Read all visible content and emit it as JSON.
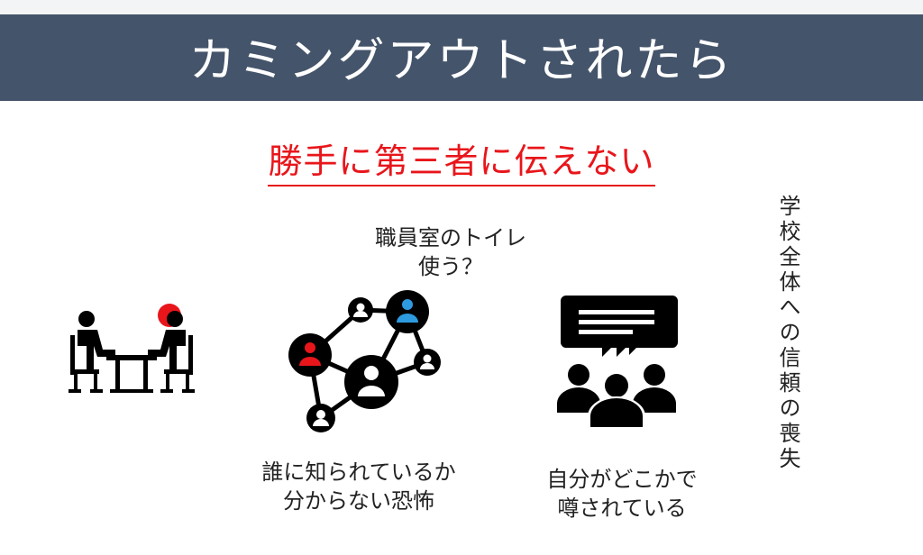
{
  "slide": {
    "title": "カミングアウトされたら",
    "subtitle": "勝手に第三者に伝えない",
    "question_line1": "職員室のトイレ",
    "question_line2": "使う？",
    "fear_line1": "誰に知られているか",
    "fear_line2": "分からない恐怖",
    "rumor_line1": "自分がどこかで",
    "rumor_line2": "噂されている",
    "trust_loss": "学校全体への信頼の喪失"
  },
  "colors": {
    "header_bg": "#44546a",
    "accent_red": "#e8161b",
    "node_blue": "#2e9be0",
    "icon_black": "#000000"
  },
  "icons": [
    "meeting-at-table-icon",
    "network-people-icon",
    "group-chat-icon"
  ]
}
